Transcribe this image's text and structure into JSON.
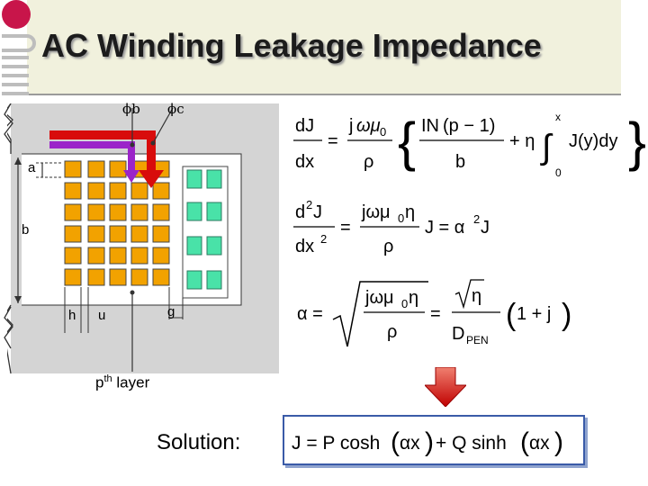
{
  "slide": {
    "title": "AC Winding Leakage Impedance",
    "phi_b": "ϕb",
    "phi_c": "ϕc",
    "label_a": "a",
    "label_b": "b",
    "label_h": "h",
    "label_u": "u",
    "label_g": "g",
    "layer_label_p": "p",
    "layer_label_th": "th",
    "layer_label_rest": "layer",
    "solution_label": "Solution:",
    "colors": {
      "accent_red": "#d80c0c",
      "core_gray": "#d4d4d4",
      "conductor_orange": "#f2a200",
      "conductor_teal": "#49e2a8",
      "purple": "#9b24c9",
      "box_blue": "#3a5ba8",
      "logo_red": "#c8154a"
    }
  }
}
